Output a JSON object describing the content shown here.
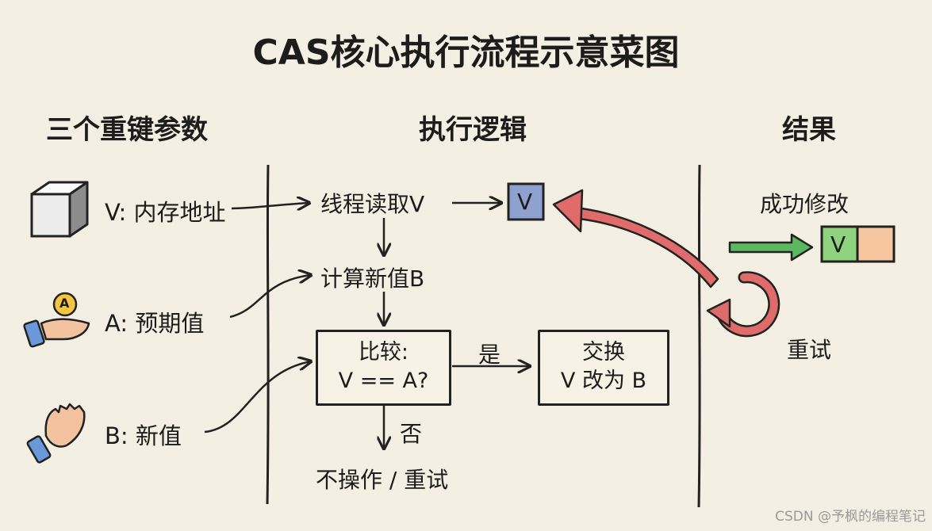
{
  "title": "CAS核心执行流程示意菜图",
  "columns": {
    "params": "三个重键参数",
    "logic": "执行逻辑",
    "result": "结果"
  },
  "params": {
    "v": "V: 内存地址",
    "a": "A: 预期值",
    "a_coin": "A",
    "b": "B: 新值"
  },
  "flow": {
    "read": "线程读取V",
    "v_box": "V",
    "compute": "计算新值B",
    "compare_line1": "比较:",
    "compare_line2": "V == A?",
    "yes": "是",
    "swap_line1": "交换",
    "swap_line2": "V 改为 B",
    "no": "否",
    "fail": "不操作 / 重试"
  },
  "result": {
    "success": "成功修改",
    "v_box": "V",
    "retry": "重试"
  },
  "colors": {
    "background": "#f3efe2",
    "v_box": "#8fa2cf",
    "success_arrow": "#5cb860",
    "success_green": "#8fd37e",
    "success_orange": "#f6c6a1",
    "retry_red": "#e06b6b",
    "hand_skin": "#f3c29e",
    "sleeve_blue": "#6a98d8",
    "coin": "#f4c542"
  },
  "watermark": "CSDN @予枫的编程笔记"
}
